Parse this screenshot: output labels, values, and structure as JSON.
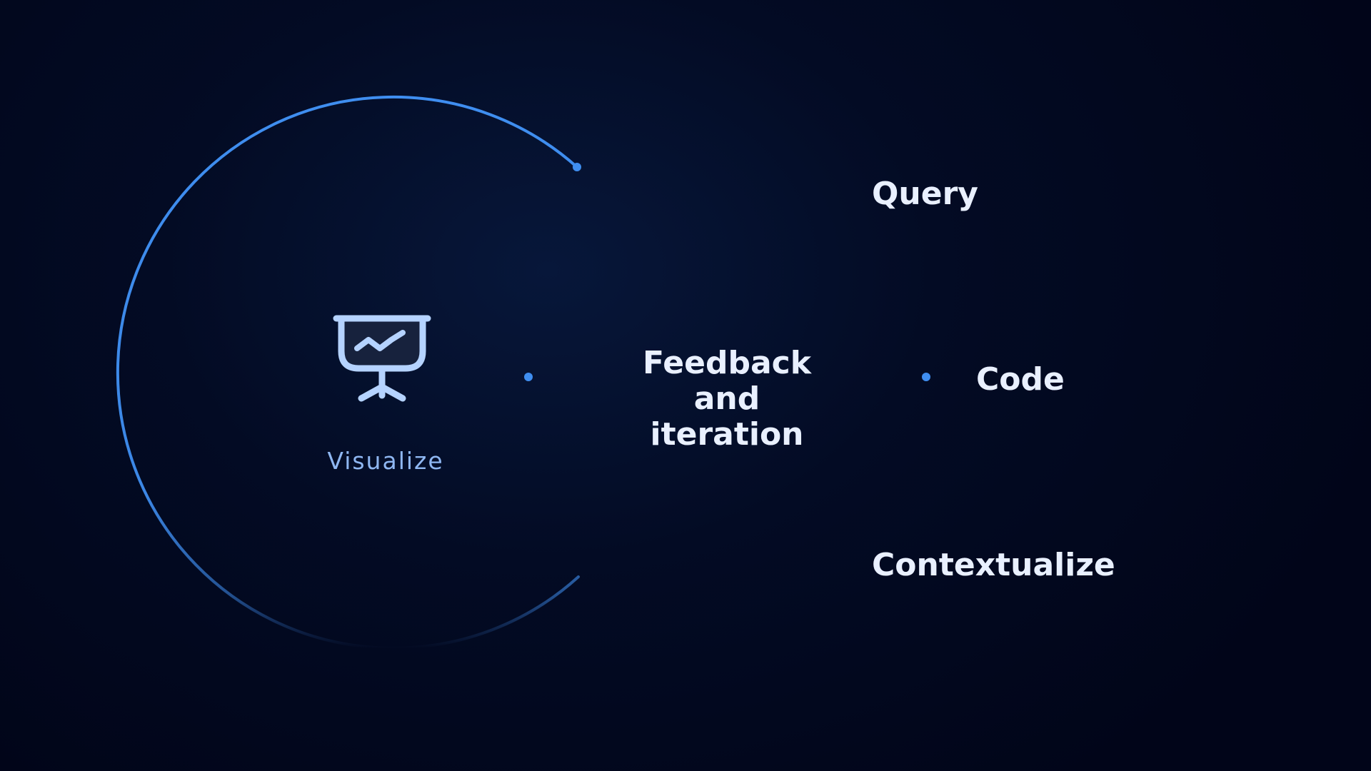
{
  "diagram": {
    "center_node": {
      "label": "Visualize",
      "icon": "presentation-chart-icon"
    },
    "connector_label": {
      "line1": "Feedback and",
      "line2": "iteration"
    },
    "nodes": [
      {
        "label": "Query"
      },
      {
        "label": "Code"
      },
      {
        "label": "Contextualize"
      }
    ]
  },
  "colors": {
    "background": "#030b24",
    "loop_stroke": "#3f8ef0",
    "icon_stroke": "#b5d3ff",
    "icon_fill": "#17223d",
    "label_text": "#e9f0ff",
    "center_label": "#8fb7f2"
  }
}
